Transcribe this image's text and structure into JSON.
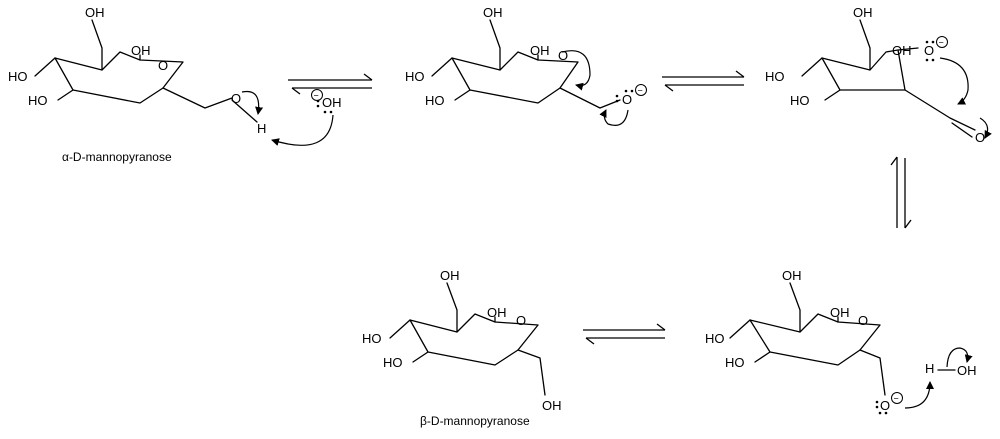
{
  "labels": {
    "oh": "OH",
    "ho": "HO",
    "o": "O",
    "h": "H",
    "minus": "−"
  },
  "captions": {
    "alpha": "α-D-mannopyranose",
    "beta": "β-D-mannopyranose"
  }
}
